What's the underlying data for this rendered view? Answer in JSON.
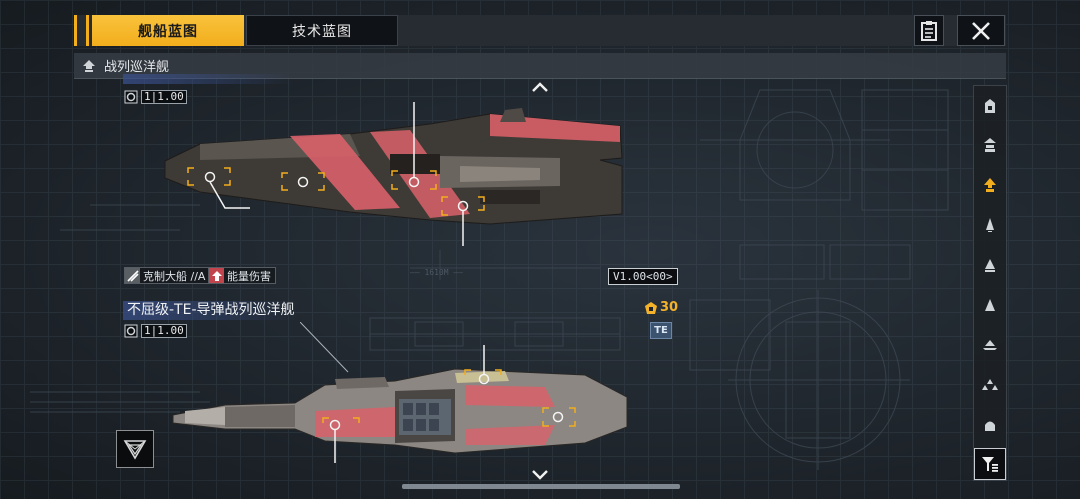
{
  "tabs": [
    {
      "label": "舰船蓝图",
      "active": true
    },
    {
      "label": "技术蓝图",
      "active": false
    }
  ],
  "subheader": {
    "label": "战列巡洋舰"
  },
  "ships": [
    {
      "name": "",
      "blueprint_value": "1|1.00",
      "tags": [
        "克制大船 //A",
        "能量伤害"
      ],
      "version": "V1.00<00>"
    },
    {
      "name": "不屈级-TE-导弹战列巡洋舰",
      "blueprint_value": "1|1.00",
      "cost": "30",
      "variant": "TE"
    }
  ],
  "colors": {
    "accent": "#f2ae1c",
    "ship_red": "#d9616a",
    "hull_dark": "#3b3733",
    "badge_blue": "#3c5370",
    "cost_gold": "#f3b22a"
  },
  "sidebar": {
    "items": [
      "battleship-icon",
      "carrier-icon",
      "battlecruiser-icon",
      "cruiser-icon",
      "destroyer-icon",
      "frigate-icon",
      "corvette-icon",
      "fighter-icon",
      "auxiliary-icon"
    ],
    "active_index": 2,
    "filter": "filter-icon"
  }
}
